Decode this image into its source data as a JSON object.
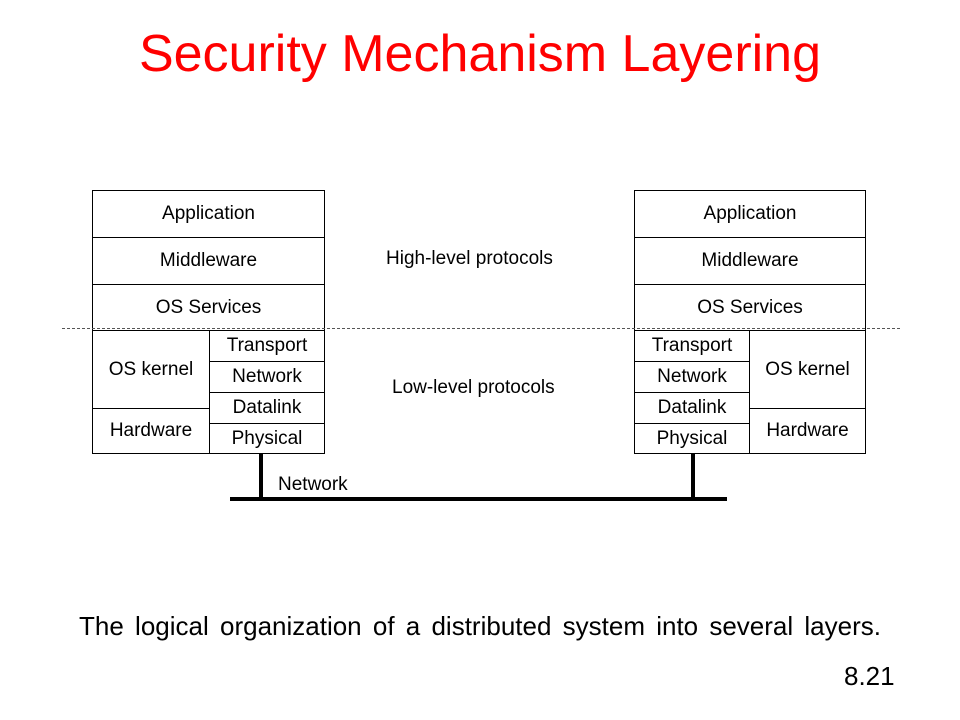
{
  "title": "Security Mechanism Layering",
  "left_stack": {
    "application": "Application",
    "middleware": "Middleware",
    "os_services": "OS Services",
    "os_kernel": "OS kernel",
    "hardware": "Hardware",
    "transport": "Transport",
    "network": "Network",
    "datalink": "Datalink",
    "physical": "Physical"
  },
  "right_stack": {
    "application": "Application",
    "middleware": "Middleware",
    "os_services": "OS Services",
    "os_kernel": "OS kernel",
    "hardware": "Hardware",
    "transport": "Transport",
    "network": "Network",
    "datalink": "Datalink",
    "physical": "Physical"
  },
  "labels": {
    "high_level": "High-level protocols",
    "low_level": "Low-level protocols",
    "network_wire": "Network"
  },
  "caption": "The logical organization of a distributed system into several layers.",
  "page_number": "8.21",
  "colors": {
    "title": "#ff0000"
  }
}
